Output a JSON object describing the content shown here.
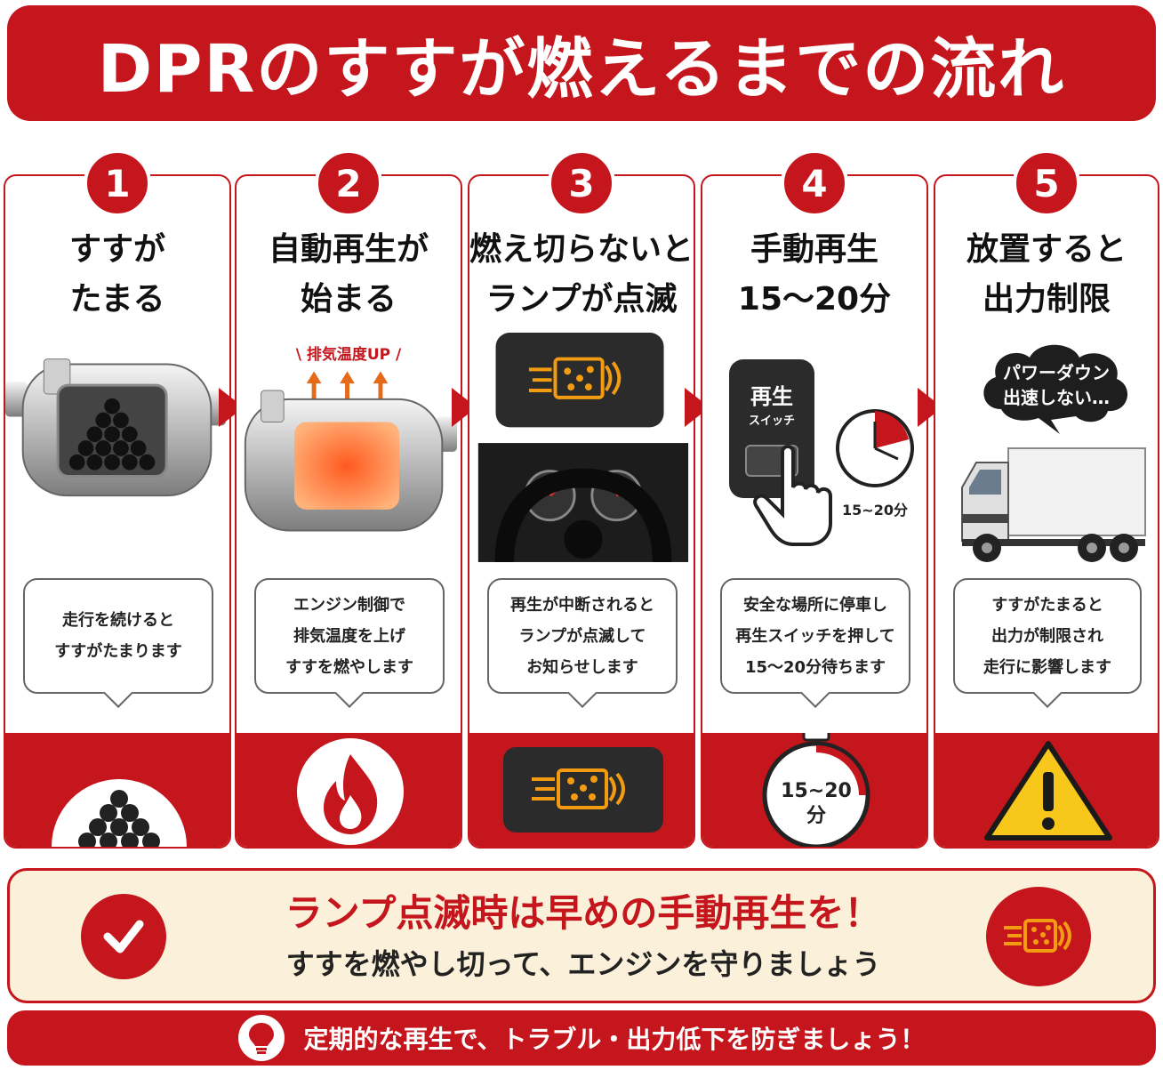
{
  "title": "DPRのすすが燃えるまでの流れ",
  "colors": {
    "accent": "#c4161c",
    "cream": "#fbf0d9",
    "amber": "#f39c12"
  },
  "steps": [
    {
      "num": "1",
      "title": [
        "すすが",
        "たまる"
      ],
      "desc": [
        "走行を続けると",
        "すすがたまります"
      ],
      "icon": "soot-balls-icon"
    },
    {
      "num": "2",
      "title": [
        "自動再生が",
        "始まる"
      ],
      "label": "排気温度UP",
      "desc": [
        "エンジン制御で",
        "排気温度を上げ",
        "すすを燃やします"
      ],
      "icon": "flame-icon"
    },
    {
      "num": "3",
      "title": [
        "燃え切らないと",
        "ランプが点滅"
      ],
      "desc": [
        "再生が中断されると",
        "ランプが点滅して",
        "お知らせします"
      ],
      "icon": "dpf-warning-lamp-icon"
    },
    {
      "num": "4",
      "title": [
        "手動再生",
        "15～20分"
      ],
      "switch_label": "再生",
      "switch_sub": "スイッチ",
      "timer_label": "15~20分",
      "stopwatch_top": "15~20",
      "stopwatch_bottom": "分",
      "desc": [
        "安全な場所に停車し",
        "再生スイッチを押して",
        "15～20分待ちます"
      ],
      "icon": "stopwatch-icon"
    },
    {
      "num": "5",
      "title": [
        "放置すると",
        "出力制限"
      ],
      "cloud": [
        "パワーダウン",
        "出速しない…"
      ],
      "desc": [
        "すすがたまると",
        "出力が制限され",
        "走行に影響します"
      ],
      "icon": "warning-triangle-icon"
    }
  ],
  "tip": {
    "main": "ランプ点滅時は早めの手動再生を！",
    "sub": "すすを燃やし切って、エンジンを守りましょう"
  },
  "footer": "定期的な再生で、トラブル・出力低下を防ぎましょう！"
}
